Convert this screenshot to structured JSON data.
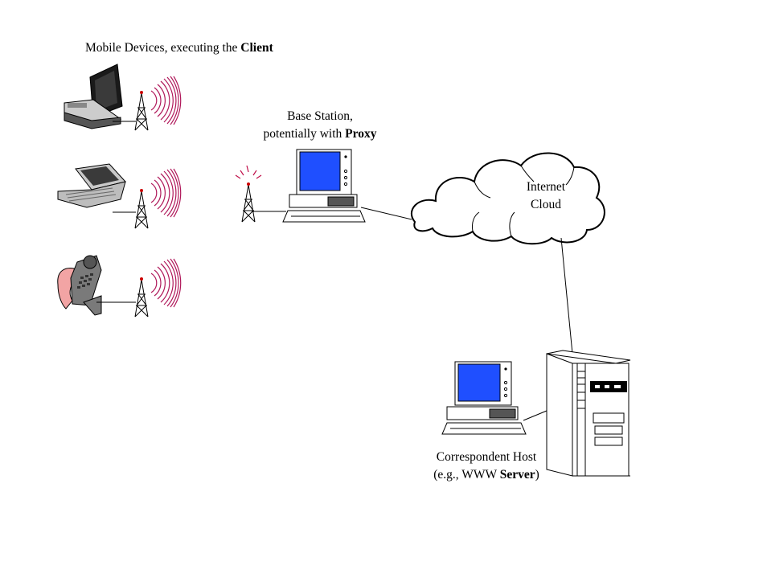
{
  "labels": {
    "mobile_devices": {
      "text": "Mobile Devices, executing the ",
      "bold": "Client"
    },
    "base_station": {
      "line1": "Base Station,",
      "line2_text": "potentially with ",
      "line2_bold": "Proxy"
    },
    "internet_cloud": {
      "line1": "Internet",
      "line2": "Cloud"
    },
    "correspondent_host": {
      "line1": "Correspondent Host",
      "line2_pre": "(e.g., WWW ",
      "line2_bold": "Server",
      "line2_post": ")"
    }
  },
  "colors": {
    "screen_blue": "#1f4fff",
    "radio_wave": "#b0185a",
    "outline": "#000000",
    "skin": "#f2a4a4",
    "device_gray": "#808080"
  },
  "icons": {
    "mobile_devices": [
      "laptop-icon",
      "notebook-icon",
      "cellphone-icon"
    ],
    "antennas": [
      "antenna-tower-icon"
    ],
    "computers": [
      "desktop-computer-icon",
      "tower-server-icon"
    ],
    "network": [
      "cloud-icon"
    ]
  }
}
